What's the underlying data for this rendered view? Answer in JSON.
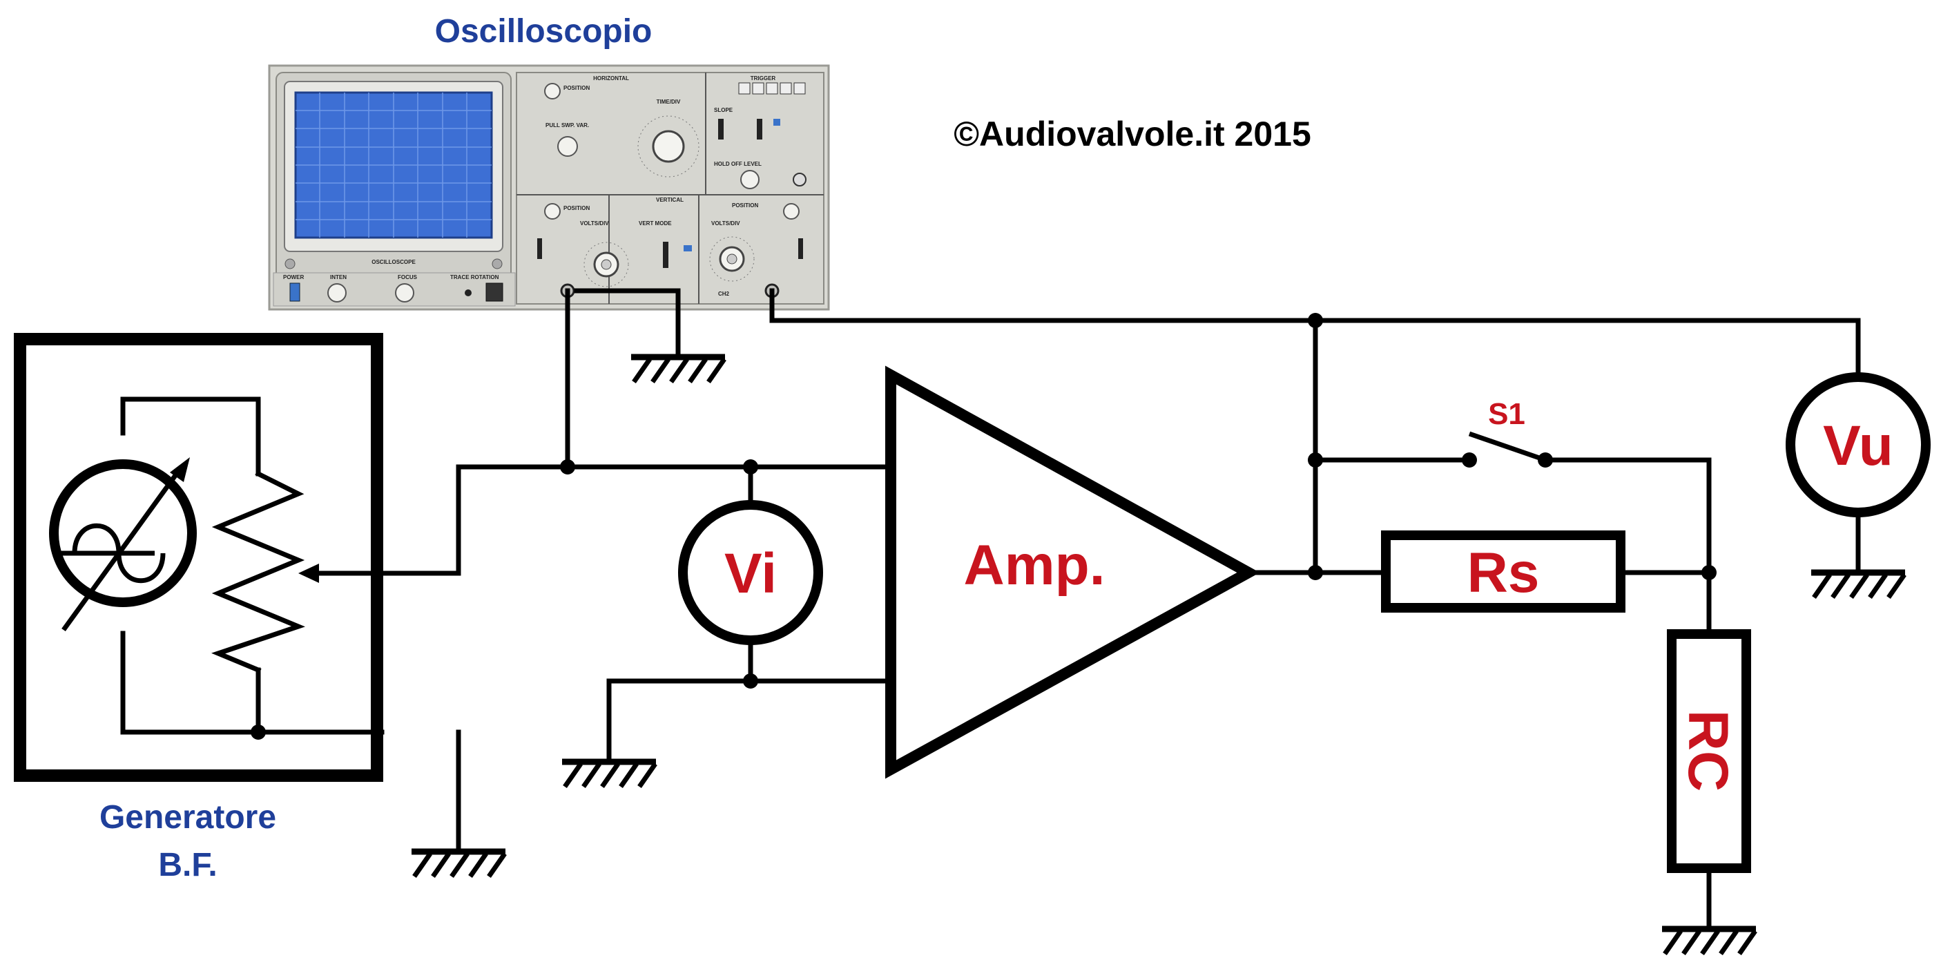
{
  "title_scope": "Oscilloscopio",
  "copyright": "©Audiovalvole.it 2015",
  "generator": {
    "line1": "Generatore",
    "line2": "B.F."
  },
  "amp_label": "Amp.",
  "meter_in": "Vi",
  "meter_out": "Vu",
  "switch_label": "S1",
  "resistor_series": "Rs",
  "resistor_load": "RC",
  "scope_panel": {
    "screen_caption": "OSCILLOSCOPE",
    "horizontal": "HORIZONTAL",
    "vertical": "VERTICAL",
    "trigger": "TRIGGER",
    "time_div": "TIME/DIV",
    "volts_div_1": "VOLTS/DIV",
    "volts_div_2": "VOLTS/DIV",
    "position_h": "POSITION",
    "position_v1": "POSITION",
    "position_v2": "POSITION",
    "pull_swp_var": "PULL SWP. VAR.",
    "hold_off_level": "HOLD OFF  LEVEL",
    "vert_mode": "VERT MODE",
    "slope": "SLOPE",
    "power": "POWER",
    "intens": "INTEN",
    "focus": "FOCUS",
    "trace_rotation": "TRACE ROTATION",
    "ch2": "CH2"
  },
  "colors": {
    "blue_label": "#1f3f9a",
    "red_label": "#c8141e",
    "scope_screen": "#3d6fd4",
    "scope_body": "#dcdcd6"
  }
}
